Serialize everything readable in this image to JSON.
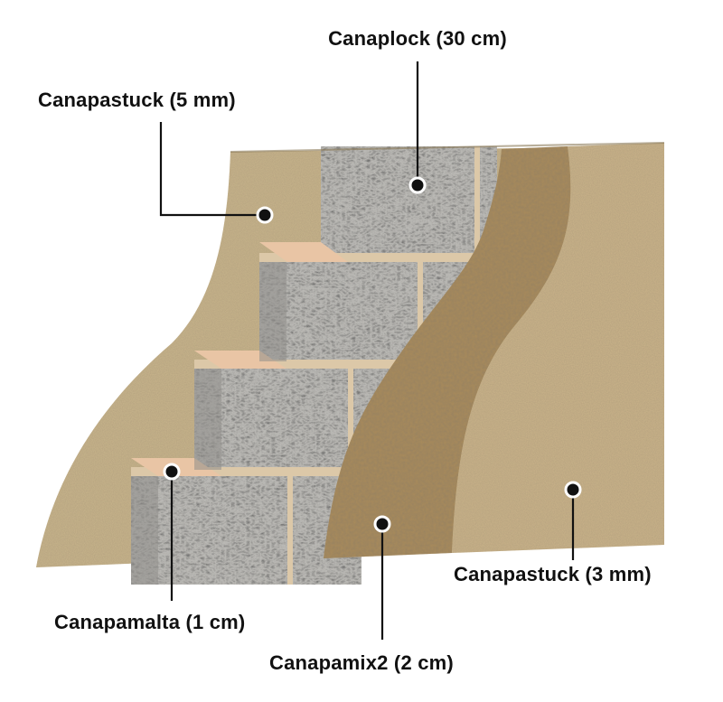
{
  "callouts": {
    "canaplock": "Canaplock (30 cm)",
    "canapastuck_inner": "Canapastuck (5 mm)",
    "canapastuck_outer": "Canapastuck (3 mm)",
    "canapamalta": "Canapamalta (1 cm)",
    "canapamix2": "Canapamix2 (2 cm)"
  },
  "colors": {
    "background": "#ffffff",
    "plaster": "#c9b58c",
    "plaster_dark": "#a8946a",
    "block": "#b9b8b4",
    "block_top": "#e9c5a5",
    "mortar": "#dcc8a8",
    "canapamix": "#a98b5c",
    "outer_plaster": "#cbb48a",
    "text": "#111111"
  }
}
